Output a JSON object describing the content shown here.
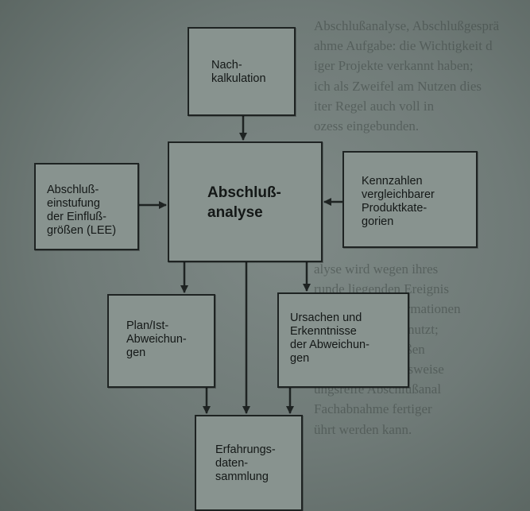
{
  "background_text": {
    "upper": [
      "Abschlußanalyse, Abschlußgesprä",
      "ahme Aufgabe: die Wichtigkeit d",
      "iger Projekte verkannt haben;",
      "ich als Zweifel am Nutzen dies",
      "iter Regel auch voll in",
      "ozess eingebunden."
    ],
    "lower": [
      "alyse wird wegen ihres",
      "runde liegenden Ereignis",
      "dungsfähige Informationen",
      "andung häufig genutzt;",
      "ie die Einflußgrößen",
      "ysische Vorgehensweise",
      "ungsreife Abschlußanal",
      "Fachabnahme fertiger",
      "ührt werden kann."
    ]
  },
  "nodes": {
    "nachkalkulation": "Nach-\nkalkulation",
    "abschlussanalyse": "Abschluß-\nanalyse",
    "lee": "Abschluß-\neinstufung\nder Einfluß-\ngrößen (LEE)",
    "kennzahlen": "Kennzahlen\nvergleichbarer\nProduktkate-\ngorien",
    "plan_ist": "Plan/Ist-\nAbweichun-\ngen",
    "ursachen": "Ursachen und\nErkenntnisse\nder Abweichun-\ngen",
    "erfahrungsdaten": "Erfahrungs-\ndaten-\nsammlung"
  },
  "colors": {
    "box_fill": "#88938f",
    "line": "#1e2322",
    "text": "#141817"
  }
}
